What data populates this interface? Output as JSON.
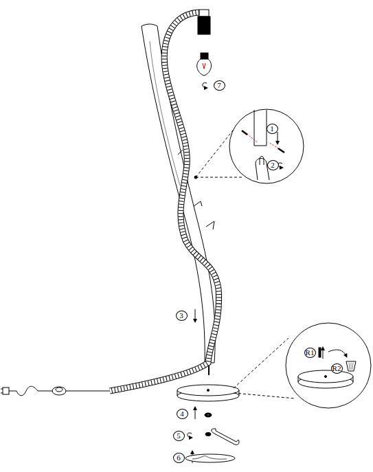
{
  "diagram": {
    "labels": [
      "7",
      "1",
      "2",
      "3",
      "R1",
      "R2",
      "4",
      "5",
      "6"
    ]
  }
}
